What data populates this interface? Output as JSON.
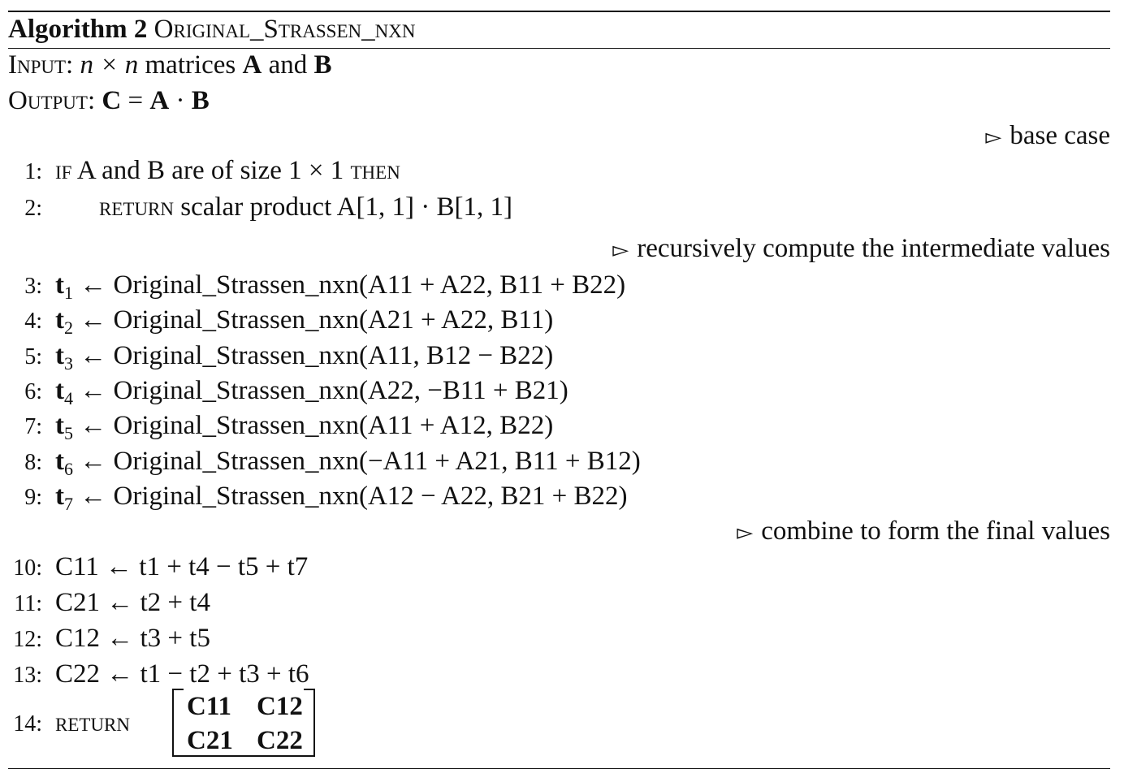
{
  "algorithm": {
    "label": "Algorithm 2",
    "name": "Original_Strassen_nxn"
  },
  "input": {
    "keyword": "Input:",
    "text_before": "n × n",
    "text_middle": "matrices",
    "A": "A",
    "and": "and",
    "B": "B"
  },
  "output": {
    "keyword": "Output:",
    "C": "C",
    "eq": "=",
    "A": "A",
    "dot": "·",
    "B": "B"
  },
  "comments": {
    "base_case": "base case",
    "recursive": "recursively compute the intermediate values",
    "combine": "combine to form the final values"
  },
  "lines": {
    "l1": {
      "num": "1:",
      "kw_if": "if",
      "text": "A and B are of size 1 × 1",
      "kw_then": "then"
    },
    "l2": {
      "num": "2:",
      "kw_return": "return",
      "text": "scalar product A[1, 1] · B[1, 1]"
    },
    "l3": {
      "num": "3:",
      "t": "t",
      "sub": "1",
      "expr": "← Original_Strassen_nxn(A11 + A22, B11 + B22)"
    },
    "l4": {
      "num": "4:",
      "t": "t",
      "sub": "2",
      "expr": "← Original_Strassen_nxn(A21 + A22, B11)"
    },
    "l5": {
      "num": "5:",
      "t": "t",
      "sub": "3",
      "expr": "← Original_Strassen_nxn(A11, B12 − B22)"
    },
    "l6": {
      "num": "6:",
      "t": "t",
      "sub": "4",
      "expr": "← Original_Strassen_nxn(A22, −B11 + B21)"
    },
    "l7": {
      "num": "7:",
      "t": "t",
      "sub": "5",
      "expr": "← Original_Strassen_nxn(A11 + A12, B22)"
    },
    "l8": {
      "num": "8:",
      "t": "t",
      "sub": "6",
      "expr": "← Original_Strassen_nxn(−A11 + A21, B11 + B12)"
    },
    "l9": {
      "num": "9:",
      "t": "t",
      "sub": "7",
      "expr": "← Original_Strassen_nxn(A12 − A22, B21 + B22)"
    },
    "l10": {
      "num": "10:",
      "expr": "C11 ← t1 + t4 − t5 + t7"
    },
    "l11": {
      "num": "11:",
      "expr": "C21 ← t2 + t4"
    },
    "l12": {
      "num": "12:",
      "expr": "C12 ← t3 + t5"
    },
    "l13": {
      "num": "13:",
      "expr": "C22 ← t1 − t2 + t3 + t6"
    },
    "l14": {
      "num": "14:",
      "kw_return": "return"
    }
  },
  "matrix": {
    "c11": "C11",
    "c12": "C12",
    "c21": "C21",
    "c22": "C22"
  }
}
